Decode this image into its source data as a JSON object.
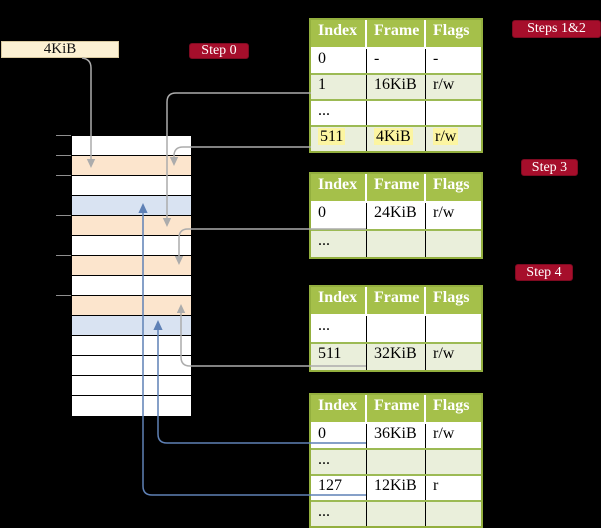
{
  "diagram": {
    "frame_size_label": "4KiB",
    "badges": [
      {
        "id": "step0",
        "label": "Step 0"
      },
      {
        "id": "steps12",
        "label": "Steps 1&2"
      },
      {
        "id": "step3",
        "label": "Step 3"
      },
      {
        "id": "step4",
        "label": "Step 4"
      }
    ],
    "memory_stack": {
      "row_colors": [
        "white",
        "peach",
        "white",
        "blue",
        "peach",
        "white",
        "peach",
        "white",
        "peach",
        "blue",
        "white",
        "white",
        "white",
        "white"
      ],
      "tick_rows": [
        0,
        1,
        2,
        4,
        6,
        8
      ]
    },
    "page_tables": [
      {
        "name": "page-table-steps-1-2",
        "columns": [
          "Index",
          "Frame",
          "Flags"
        ],
        "rows": [
          {
            "index": "0",
            "frame": "-",
            "flags": "-",
            "shaded": false,
            "highlighted": false
          },
          {
            "index": "1",
            "frame": "16KiB",
            "flags": "r/w",
            "shaded": true,
            "highlighted": false
          },
          {
            "index": "...",
            "frame": "",
            "flags": "",
            "shaded": false,
            "highlighted": false
          },
          {
            "index": "511",
            "frame": "4KiB",
            "flags": "r/w",
            "shaded": true,
            "highlighted": true
          }
        ]
      },
      {
        "name": "page-table-step-3",
        "columns": [
          "Index",
          "Frame",
          "Flags"
        ],
        "rows": [
          {
            "index": "0",
            "frame": "24KiB",
            "flags": "r/w",
            "shaded": false,
            "highlighted": false
          },
          {
            "index": "...",
            "frame": "",
            "flags": "",
            "shaded": true,
            "highlighted": false
          }
        ]
      },
      {
        "name": "page-table-step-4",
        "columns": [
          "Index",
          "Frame",
          "Flags"
        ],
        "rows": [
          {
            "index": "...",
            "frame": "",
            "flags": "",
            "shaded": false,
            "highlighted": false
          },
          {
            "index": "511",
            "frame": "32KiB",
            "flags": "r/w",
            "shaded": true,
            "highlighted": false
          }
        ]
      },
      {
        "name": "page-table-final",
        "columns": [
          "Index",
          "Frame",
          "Flags"
        ],
        "rows": [
          {
            "index": "0",
            "frame": "36KiB",
            "flags": "r/w",
            "shaded": false,
            "highlighted": false
          },
          {
            "index": "...",
            "frame": "",
            "flags": "",
            "shaded": true,
            "highlighted": false
          },
          {
            "index": "127",
            "frame": "12KiB",
            "flags": "r",
            "shaded": false,
            "highlighted": false
          },
          {
            "index": "...",
            "frame": "",
            "flags": "",
            "shaded": true,
            "highlighted": false
          }
        ]
      }
    ],
    "colors": {
      "background": "#000000",
      "badge_red": "#A60E2B",
      "table_header_green": "#A5C04A",
      "table_row_green": "#EAEFDB",
      "table_border_green": "#93AF3E",
      "highlight_yellow": "#FCF5A1",
      "stack_peach": "#FCE5CD",
      "stack_blue": "#D9E3F2",
      "frame_box_cream": "#FCF1D3",
      "arrow_gray": "#ACACAC",
      "arrow_blue": "#5F81B6"
    }
  }
}
